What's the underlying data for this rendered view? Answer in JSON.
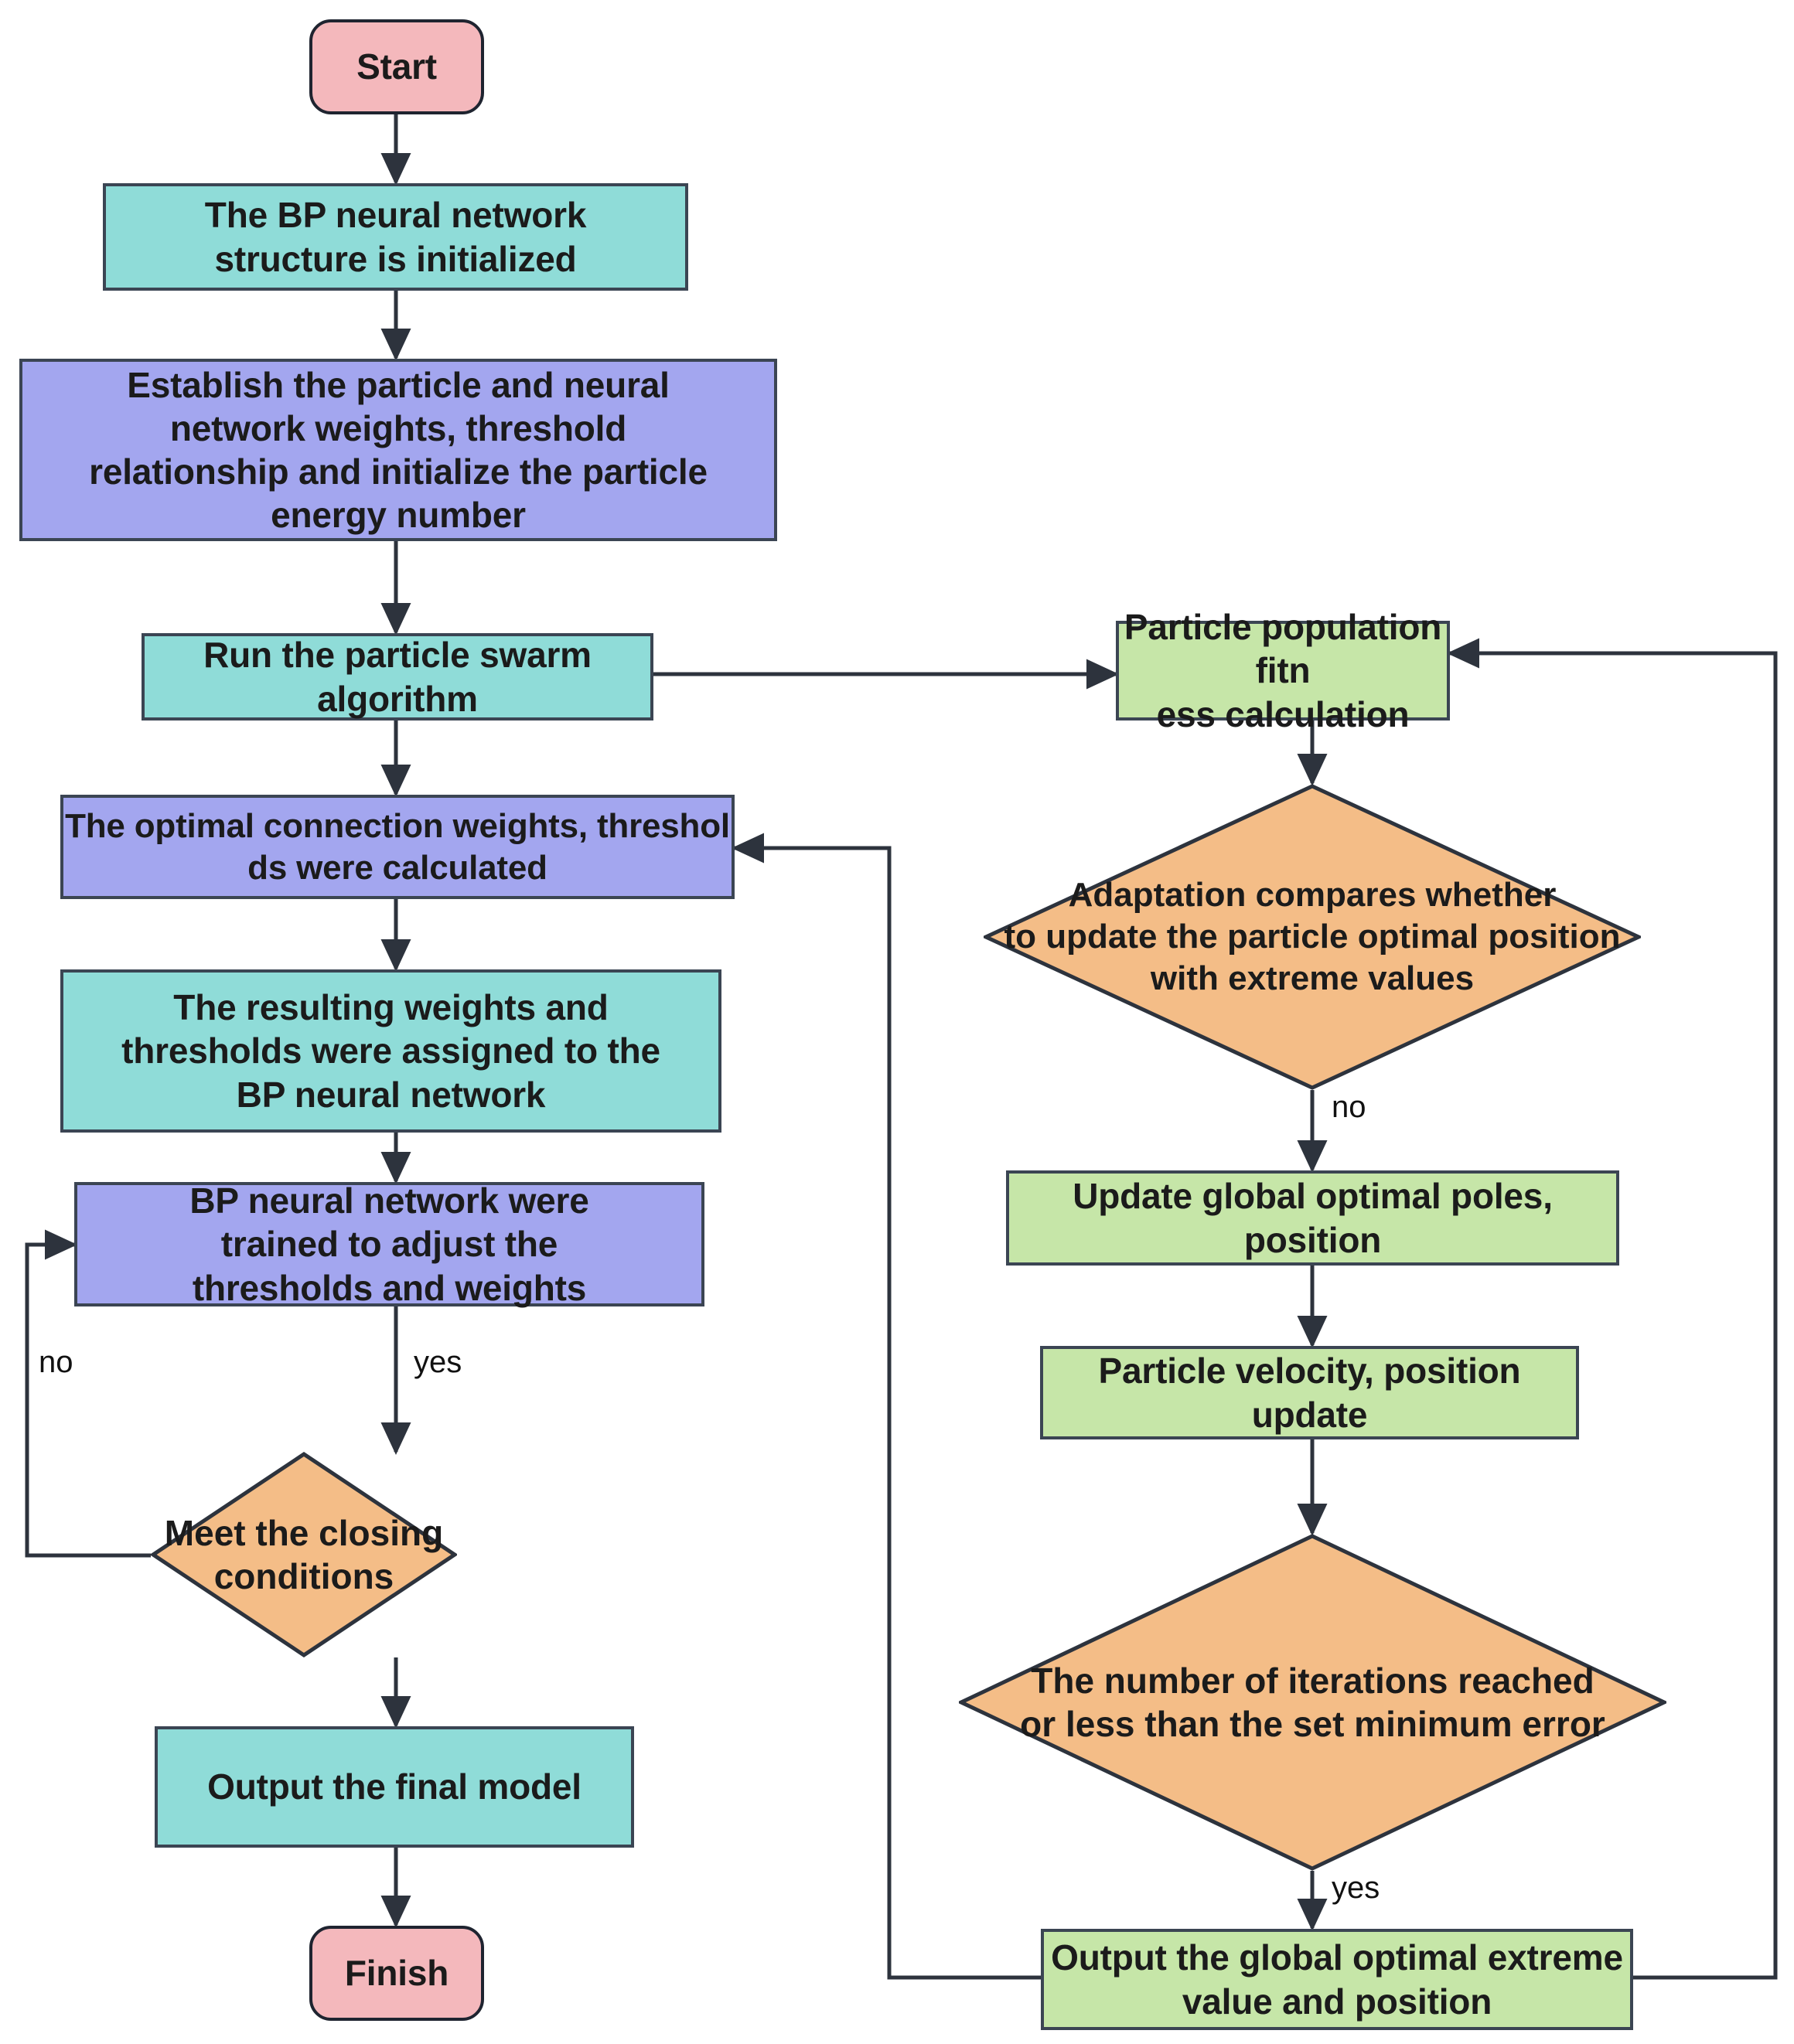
{
  "diagram": {
    "title": "PSO-BP neural network training flowchart",
    "colors": {
      "teal": "#8fdcd8",
      "purple": "#a3a6ef",
      "green": "#c6e6a8",
      "pink": "#f4b8bc",
      "orange": "#f4bd87",
      "stroke": "#3b4553",
      "text": "#1b1b1b",
      "background": "#ffffff"
    },
    "nodes": {
      "start": "Start",
      "init_bp": "The BP neural network structure is initialized",
      "establish": "Establish the particle and neural network weights, threshold relationship and initialize the particle energy number",
      "run_pso": "Run the particle swarm algorithm",
      "optimal_weights": "The optimal connection weights, threshol ds were calculated",
      "assign_weights": "The resulting weights and thresholds were assigned to the BP neural network",
      "train_bp": "BP neural network were trained to adjust the thresholds and weights",
      "meet_closing": "Meet the closing conditions",
      "output_model": "Output the final model",
      "finish": "Finish",
      "fitness": "Particle population fitn ess calculation",
      "adaptation": "Adaptation compares whether to update the particle optimal position with extreme values",
      "update_global": "Update global optimal poles, position",
      "velocity_update": "Particle velocity, position update",
      "iterations_check": "The number of iterations reached or less than the set minimum error",
      "output_global": "Output the global optimal extreme value and position"
    },
    "node_lines": {
      "init_bp": [
        "The BP neural network",
        "structure is initialized"
      ],
      "establish": [
        "Establish the particle and neural",
        "network weights, threshold",
        "relationship and initialize the particle",
        "energy number"
      ],
      "run_pso": [
        "Run the particle swarm",
        "algorithm"
      ],
      "optimal_weights": [
        "The optimal connection weights, threshol",
        "ds were calculated"
      ],
      "assign_weights": [
        "The resulting weights and",
        "thresholds were assigned to the",
        "BP neural network"
      ],
      "train_bp": [
        "BP neural network were",
        "trained to adjust the",
        "thresholds and weights"
      ],
      "meet_closing": [
        "Meet the closing",
        "conditions"
      ],
      "fitness": [
        "Particle population fitn",
        "ess calculation"
      ],
      "adaptation": [
        "Adaptation compares whether",
        "to update the particle optimal position",
        "with extreme values"
      ],
      "iterations_check": [
        "The number of iterations reached",
        "or less than the set minimum error"
      ],
      "output_global": [
        "Output the global optimal extreme",
        "value and position"
      ]
    },
    "edge_labels": {
      "closing_no": "no",
      "closing_yes": "yes",
      "adaptation_no": "no",
      "iterations_yes": "yes"
    }
  }
}
